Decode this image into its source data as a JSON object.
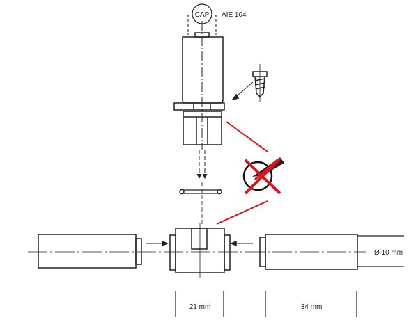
{
  "labels": {
    "cap": "CAP",
    "part_number": "AIE 104",
    "diameter": "Ø 10 mm",
    "dim_center": "21 mm",
    "dim_right": "34 mm"
  },
  "colors": {
    "line": "#222222",
    "warning": "#d9141e"
  },
  "icons": [
    "no-tool-prohibited-icon"
  ]
}
